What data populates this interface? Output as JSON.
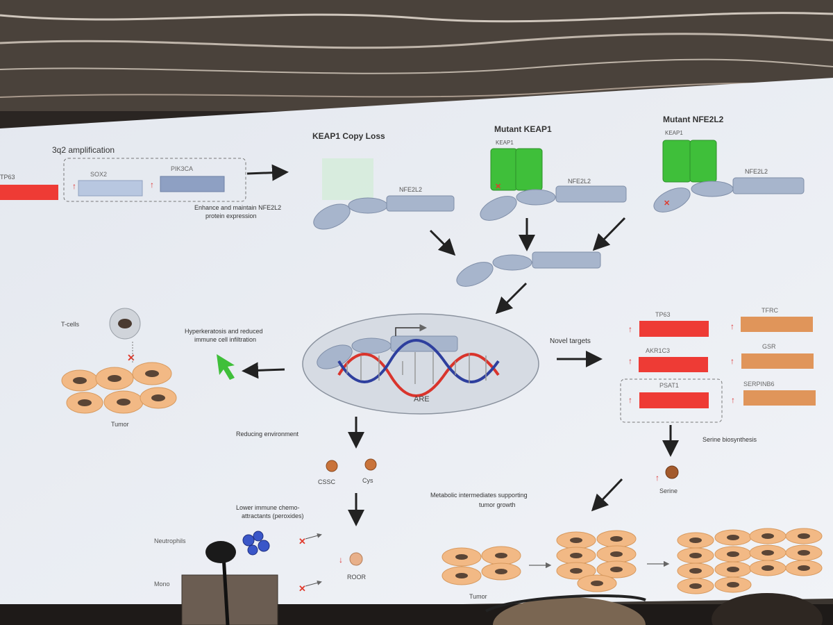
{
  "colors": {
    "ceiling": "#4a423b",
    "screen": "#e9ecf2",
    "protein": "#a7b5cc",
    "protein_stroke": "#7f8ea8",
    "keap1": "#3fbf3a",
    "red_gene": "#ee3b35",
    "orange_gene": "#e0955a",
    "cell_fill": "#f2b985",
    "cell_nucleus": "#5a4536",
    "arrow": "#222222",
    "red_mark": "#e03a2c"
  },
  "top": {
    "amplification_title": "3q2 amplification",
    "tp63": "TP63",
    "sox2": "SOX2",
    "pik3ca": "PIK3CA",
    "enhance_note_1": "Enhance and maintain NFE2L2",
    "enhance_note_2": "protein expression",
    "copy_loss_title": "KEAP1 Copy Loss",
    "copy_loss_nfe2l2": "NFE2L2",
    "mutant_keap1_title": "Mutant KEAP1",
    "mutant_keap1_keap1": "KEAP1",
    "mutant_keap1_nfe2l2": "NFE2L2",
    "mutant_nfe2l2_title": "Mutant NFE2L2",
    "mutant_nfe2l2_keap1": "KEAP1",
    "mutant_nfe2l2_nfe2l2": "NFE2L2"
  },
  "middle": {
    "tcells": "T-cells",
    "tumor_left": "Tumor",
    "hyperkeratosis_1": "Hyperkeratosis and reduced",
    "hyperkeratosis_2": "immune cell infiltration",
    "are": "ARE",
    "novel_targets": "Novel targets",
    "red_targets": [
      "TP63",
      "AKR1C3",
      "PSAT1"
    ],
    "orange_targets": [
      "TFRC",
      "GSR",
      "SERPINB6"
    ],
    "serine_bio": "Serine biosynthesis"
  },
  "bottom": {
    "reducing": "Reducing environment",
    "cssc": "CSSC",
    "cys": "Cys",
    "lower_1": "Lower immune chemo-",
    "lower_2": "attractants (peroxides)",
    "neutrophils": "Neutrophils",
    "mono": "Mono",
    "roor": "ROOR",
    "metabolic_1": "Metabolic intermediates supporting",
    "metabolic_2": "tumor growth",
    "serine": "Serine",
    "tumor_bottom": "Tumor"
  }
}
